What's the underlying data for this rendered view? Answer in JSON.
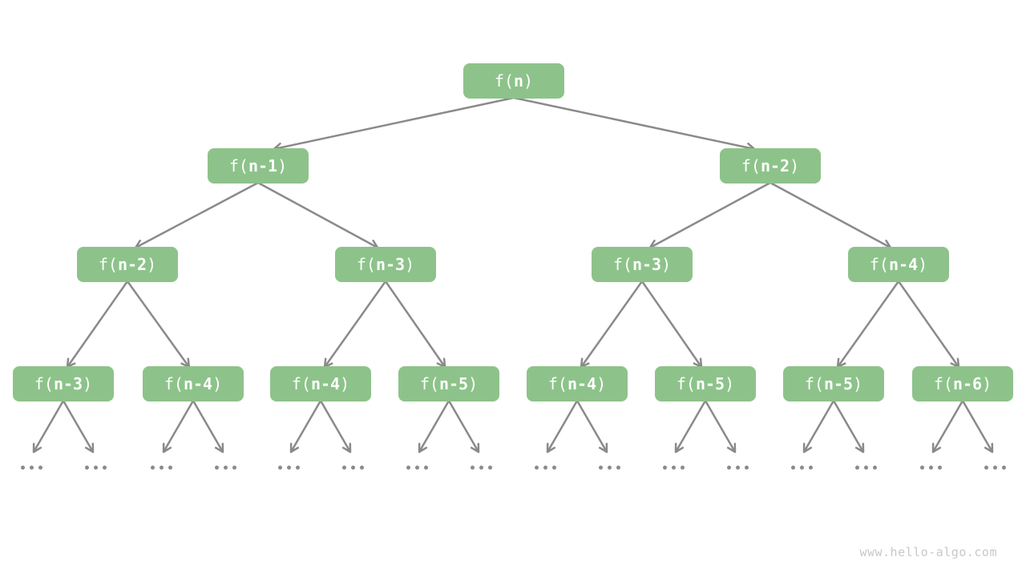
{
  "diagram": {
    "watermark": "www.hello-algo.com",
    "ellipsis": "...",
    "colors": {
      "node_fill": "#8DC38A",
      "node_text": "#FFFFFF",
      "edge": "#8A8A8A",
      "watermark": "#C8C8C8",
      "background": "#FFFFFF"
    },
    "nodes": [
      {
        "id": "root",
        "pre": "f(",
        "arg": "n",
        "post": ")"
      },
      {
        "id": "L",
        "pre": "f(",
        "arg": "n-1",
        "post": ")"
      },
      {
        "id": "R",
        "pre": "f(",
        "arg": "n-2",
        "post": ")"
      },
      {
        "id": "LL",
        "pre": "f(",
        "arg": "n-2",
        "post": ")"
      },
      {
        "id": "LR",
        "pre": "f(",
        "arg": "n-3",
        "post": ")"
      },
      {
        "id": "RL",
        "pre": "f(",
        "arg": "n-3",
        "post": ")"
      },
      {
        "id": "RR",
        "pre": "f(",
        "arg": "n-4",
        "post": ")"
      },
      {
        "id": "LLL",
        "pre": "f(",
        "arg": "n-3",
        "post": ")"
      },
      {
        "id": "LLR",
        "pre": "f(",
        "arg": "n-4",
        "post": ")"
      },
      {
        "id": "LRL",
        "pre": "f(",
        "arg": "n-4",
        "post": ")"
      },
      {
        "id": "LRR",
        "pre": "f(",
        "arg": "n-5",
        "post": ")"
      },
      {
        "id": "RLL",
        "pre": "f(",
        "arg": "n-4",
        "post": ")"
      },
      {
        "id": "RLR",
        "pre": "f(",
        "arg": "n-5",
        "post": ")"
      },
      {
        "id": "RRL",
        "pre": "f(",
        "arg": "n-5",
        "post": ")"
      },
      {
        "id": "RRR",
        "pre": "f(",
        "arg": "n-6",
        "post": ")"
      }
    ],
    "edges": [
      [
        "root",
        "L"
      ],
      [
        "root",
        "R"
      ],
      [
        "L",
        "LL"
      ],
      [
        "L",
        "LR"
      ],
      [
        "R",
        "RL"
      ],
      [
        "R",
        "RR"
      ],
      [
        "LL",
        "LLL"
      ],
      [
        "LL",
        "LLR"
      ],
      [
        "LR",
        "LRL"
      ],
      [
        "LR",
        "LRR"
      ],
      [
        "RL",
        "RLL"
      ],
      [
        "RL",
        "RLR"
      ],
      [
        "RR",
        "RRL"
      ],
      [
        "RR",
        "RRR"
      ]
    ]
  }
}
